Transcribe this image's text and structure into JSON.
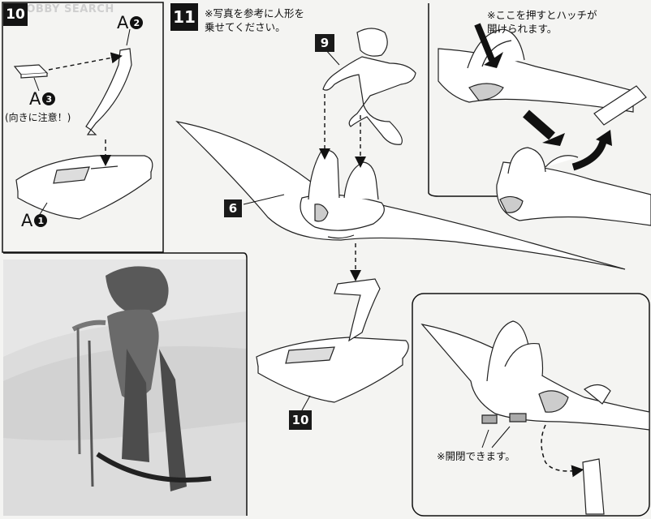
{
  "watermark": {
    "text": "HOBBY SEARCH"
  },
  "step10": {
    "number": "10",
    "part_a1": {
      "letter": "A",
      "num": "1"
    },
    "part_a2": {
      "letter": "A",
      "num": "2"
    },
    "part_a3": {
      "letter": "A",
      "num": "3"
    },
    "caution": "(向きに注意！)"
  },
  "step11": {
    "number": "11",
    "note": "※写真を参考に人形を\n乗せてください。",
    "part_9": "9",
    "part_6": "6",
    "part_10": "10"
  },
  "hatch_detail": {
    "note": "※ここを押すとハッチが\n開けられます。"
  },
  "bottom_detail": {
    "note": "※開閉できます。"
  }
}
